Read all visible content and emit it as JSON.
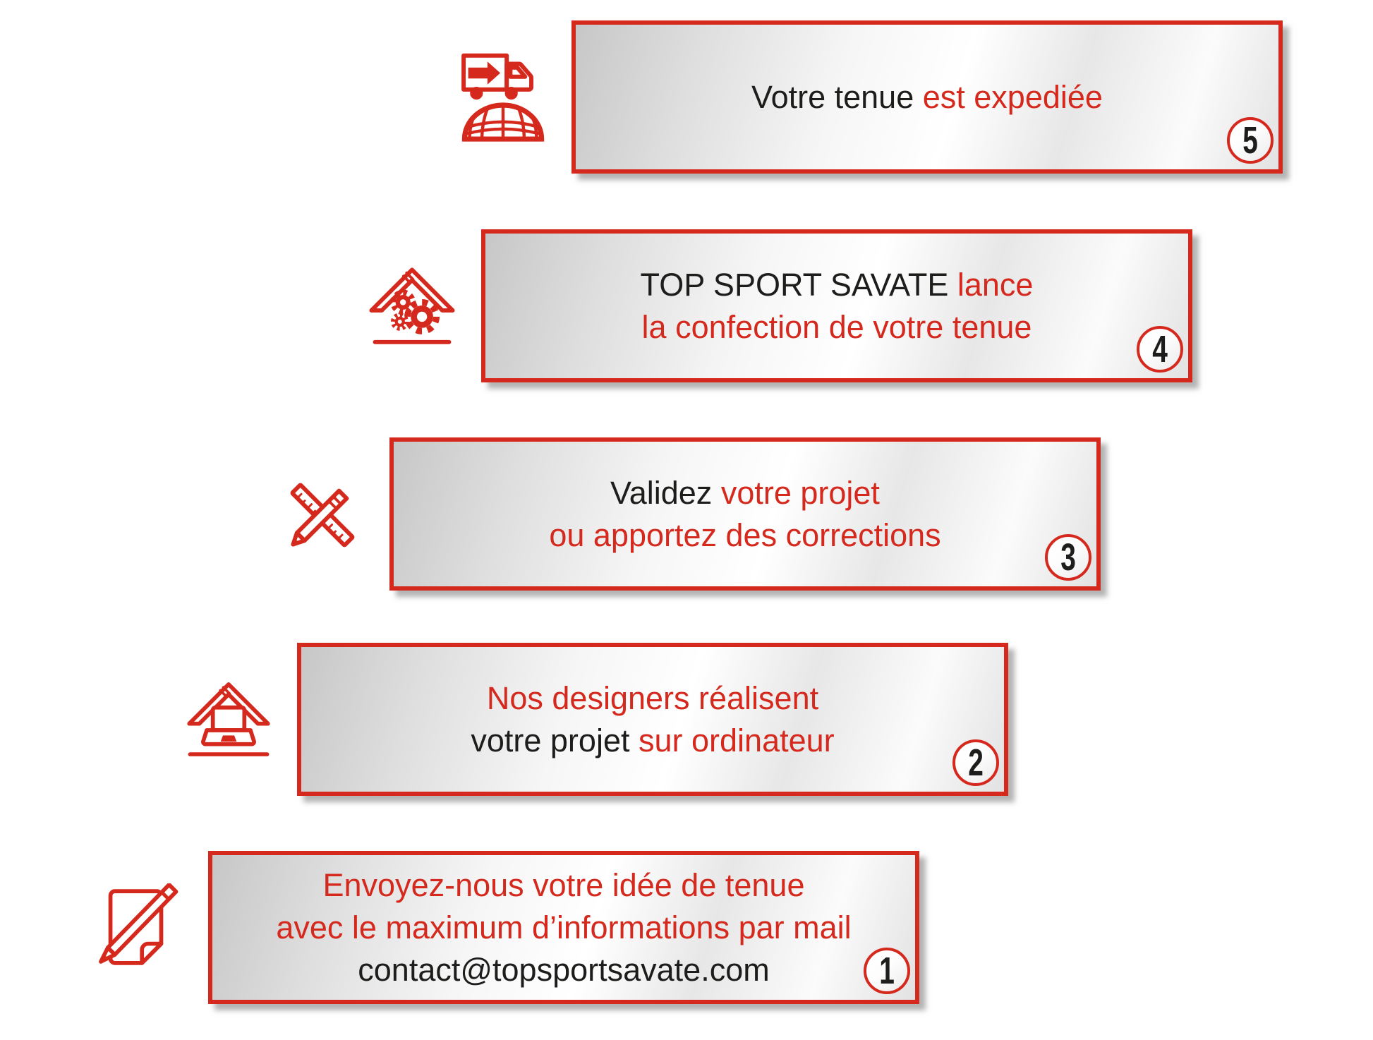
{
  "page": {
    "background": "#ffffff"
  },
  "colors": {
    "accent_red": "#d5291d",
    "text_dark": "#1d1d1b",
    "box_border": "#d5291d",
    "box_fill": "silver-gradient",
    "shadow": "#b0b0b0"
  },
  "steps": [
    {
      "number": "1",
      "icon": "pencil-note-icon",
      "lines": [
        {
          "segments": [
            {
              "text": "Envoyez-nous votre idée de tenue",
              "color": "red"
            }
          ]
        },
        {
          "segments": [
            {
              "text": "avec le maximum d’informations par mail",
              "color": "red"
            }
          ]
        },
        {
          "segments": [
            {
              "text": "contact@topsportsavate.com",
              "color": "dark"
            }
          ]
        }
      ]
    },
    {
      "number": "2",
      "icon": "roof-laptop-icon",
      "lines": [
        {
          "segments": [
            {
              "text": "Nos designers réalisent",
              "color": "red"
            }
          ]
        },
        {
          "segments": [
            {
              "text": "votre projet ",
              "color": "dark"
            },
            {
              "text": "sur ordinateur",
              "color": "red"
            }
          ]
        }
      ]
    },
    {
      "number": "3",
      "icon": "ruler-pencil-icon",
      "lines": [
        {
          "segments": [
            {
              "text": "Validez ",
              "color": "dark"
            },
            {
              "text": "votre projet",
              "color": "red"
            }
          ]
        },
        {
          "segments": [
            {
              "text": "ou apportez des corrections",
              "color": "red"
            }
          ]
        }
      ]
    },
    {
      "number": "4",
      "icon": "roof-gears-icon",
      "lines": [
        {
          "segments": [
            {
              "text": "TOP SPORT SAVATE ",
              "color": "dark"
            },
            {
              "text": "lance",
              "color": "red"
            }
          ]
        },
        {
          "segments": [
            {
              "text": "la confection de votre tenue",
              "color": "red"
            }
          ]
        }
      ]
    },
    {
      "number": "5",
      "icon": "truck-globe-icon",
      "lines": [
        {
          "segments": [
            {
              "text": "Votre tenue ",
              "color": "dark"
            },
            {
              "text": "est expediée",
              "color": "red"
            }
          ]
        }
      ]
    }
  ]
}
